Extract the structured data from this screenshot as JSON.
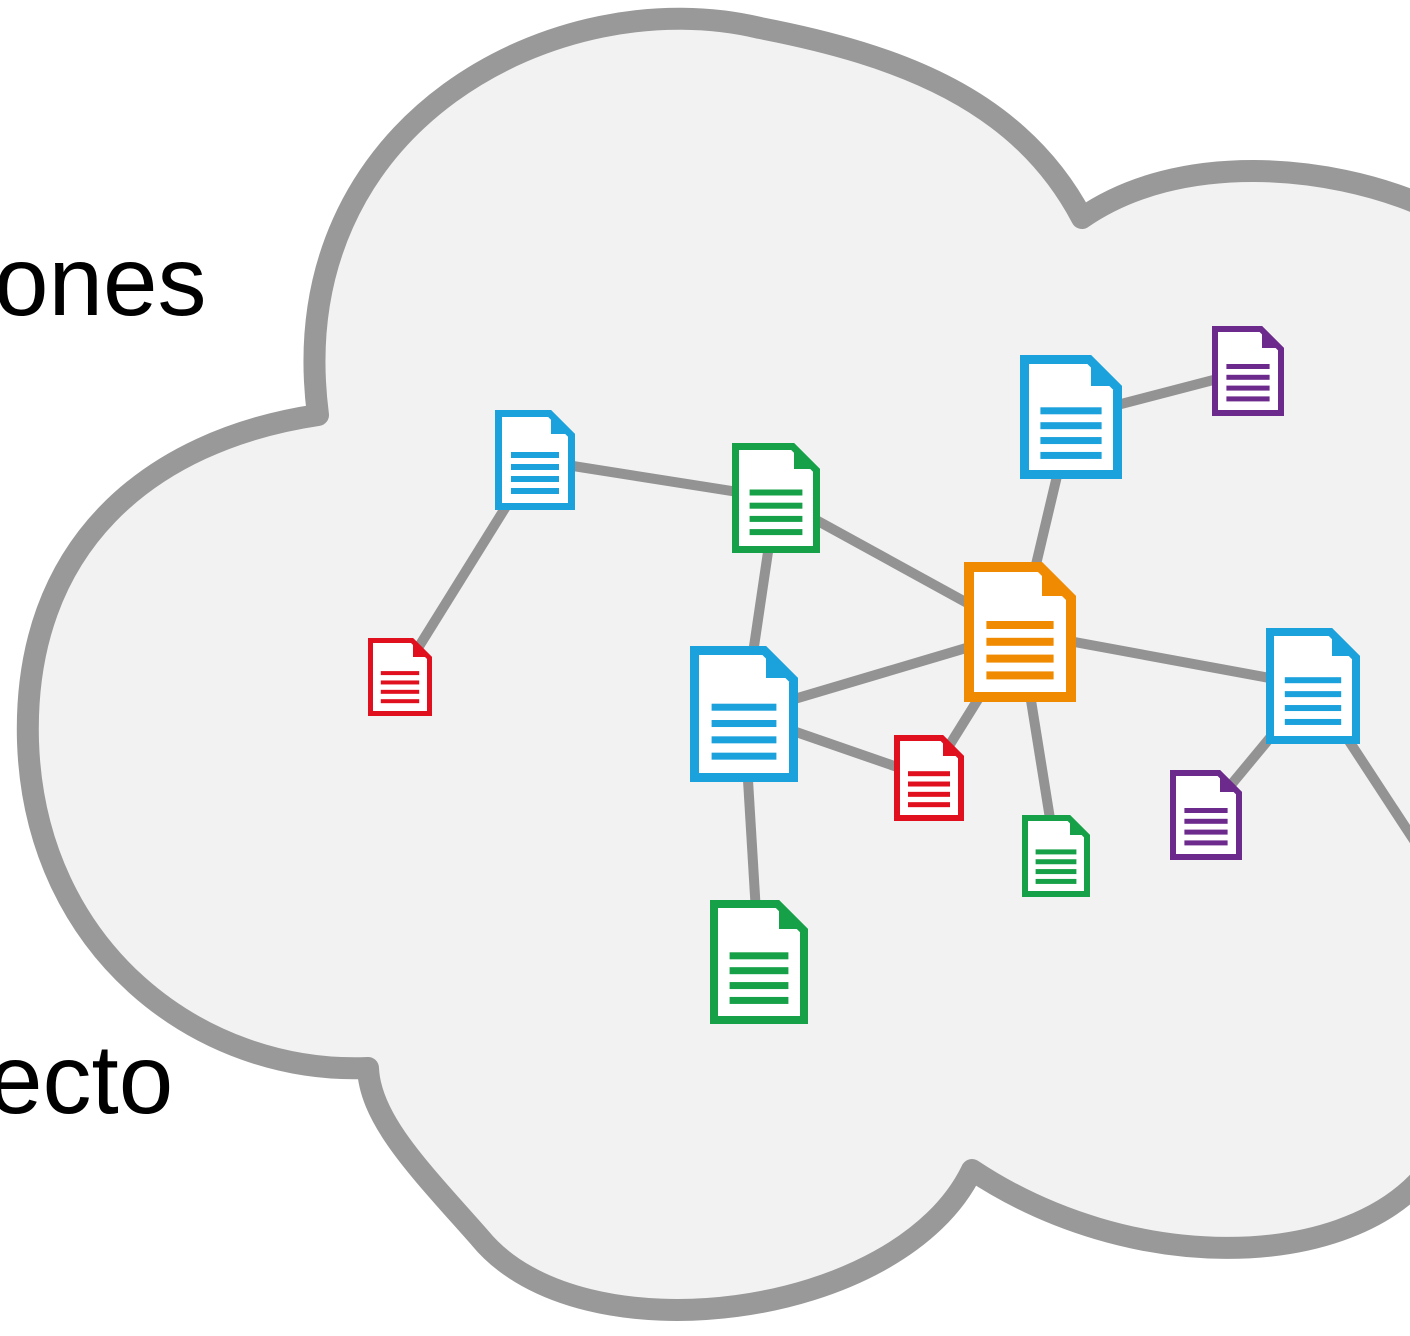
{
  "text": {
    "top_fragment": "ones",
    "bottom_fragment": "ecto"
  },
  "diagram": {
    "cloud": {
      "fill": "#f2f2f2",
      "stroke": "#999999"
    },
    "connector_color": "#939393",
    "documents": [
      {
        "id": "blue-top-left",
        "color": "#1ba1dc",
        "icon": "document-icon"
      },
      {
        "id": "red-left",
        "color": "#e1101f",
        "icon": "document-icon"
      },
      {
        "id": "green-top",
        "color": "#16a047",
        "icon": "document-icon"
      },
      {
        "id": "blue-center",
        "color": "#1ba1dc",
        "icon": "document-icon"
      },
      {
        "id": "green-bottom",
        "color": "#16a047",
        "icon": "document-icon"
      },
      {
        "id": "orange-hub",
        "color": "#f08a00",
        "icon": "document-icon"
      },
      {
        "id": "red-center",
        "color": "#e1101f",
        "icon": "document-icon"
      },
      {
        "id": "green-small",
        "color": "#16a047",
        "icon": "document-icon"
      },
      {
        "id": "blue-top-right",
        "color": "#1ba1dc",
        "icon": "document-icon"
      },
      {
        "id": "purple-top-right",
        "color": "#6c2a8c",
        "icon": "document-icon"
      },
      {
        "id": "blue-right",
        "color": "#1ba1dc",
        "icon": "document-icon"
      },
      {
        "id": "purple-right",
        "color": "#6c2a8c",
        "icon": "document-icon"
      }
    ],
    "links": [
      [
        "blue-top-left",
        "red-left"
      ],
      [
        "blue-top-left",
        "green-top"
      ],
      [
        "green-top",
        "blue-center"
      ],
      [
        "green-top",
        "orange-hub"
      ],
      [
        "blue-center",
        "orange-hub"
      ],
      [
        "blue-center",
        "red-center"
      ],
      [
        "blue-center",
        "green-bottom"
      ],
      [
        "orange-hub",
        "red-center"
      ],
      [
        "orange-hub",
        "green-small"
      ],
      [
        "orange-hub",
        "blue-top-right"
      ],
      [
        "orange-hub",
        "blue-right"
      ],
      [
        "blue-top-right",
        "purple-top-right"
      ],
      [
        "blue-right",
        "purple-right"
      ],
      [
        "blue-right",
        "offscreen-right"
      ]
    ]
  }
}
